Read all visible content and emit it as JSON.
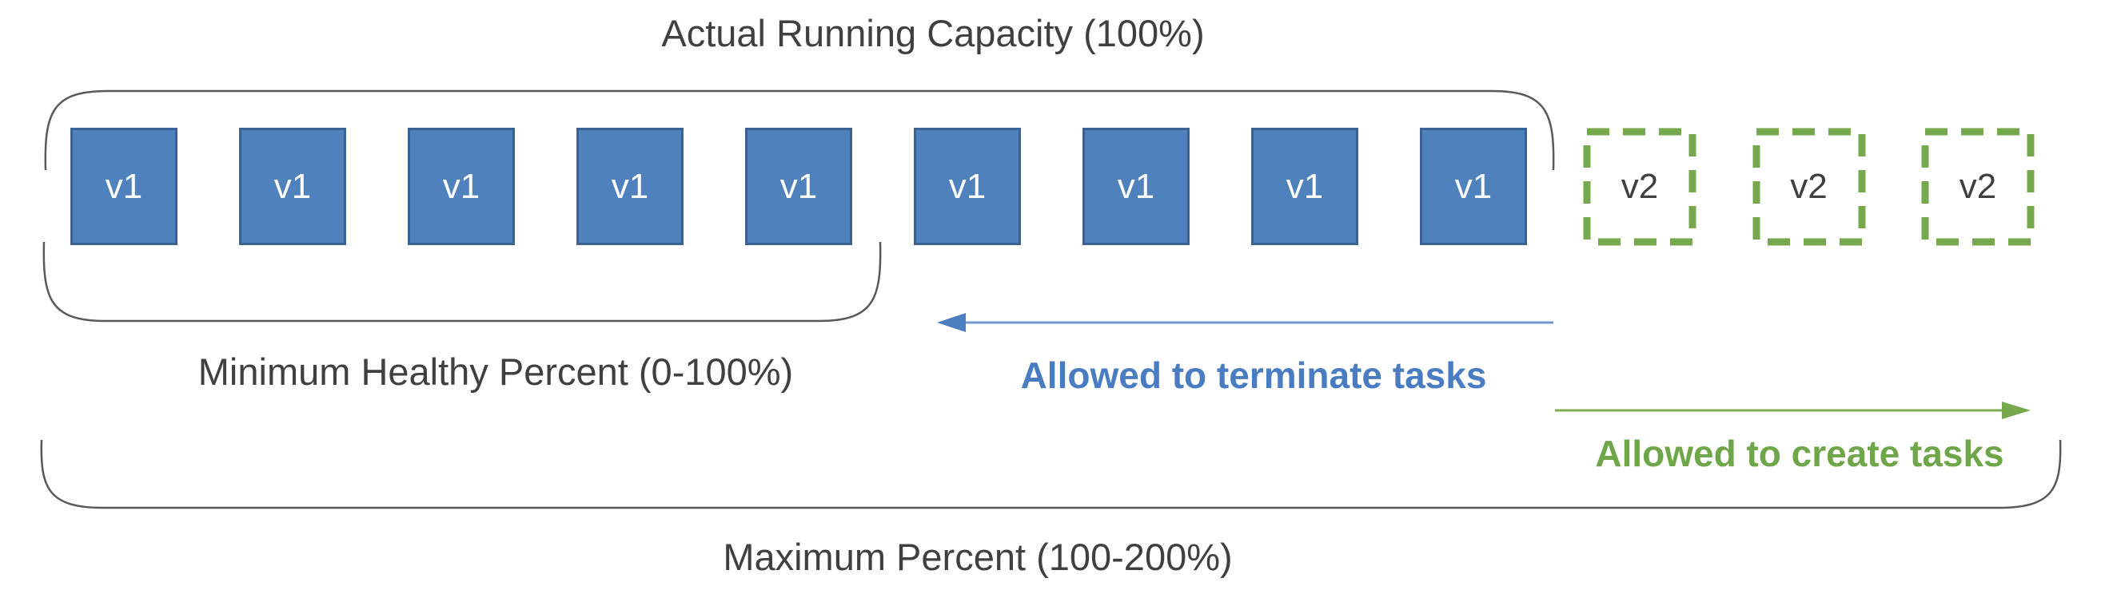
{
  "title": "Actual Running Capacity (100%)",
  "labels": {
    "min_healthy": "Minimum Healthy Percent (0-100%)",
    "max_percent": "Maximum Percent (100-200%)",
    "terminate": "Allowed to terminate tasks",
    "create": "Allowed to create tasks"
  },
  "tasks": {
    "v1": [
      "v1",
      "v1",
      "v1",
      "v1",
      "v1",
      "v1",
      "v1",
      "v1",
      "v1"
    ],
    "v2": [
      "v2",
      "v2",
      "v2"
    ]
  },
  "colors": {
    "v1_fill": "#4f81bd",
    "v1_border": "#3a6293",
    "v1_text": "#ffffff",
    "v2_border": "#76a94d",
    "v2_text": "#404040",
    "bracket": "#595959",
    "heading_text": "#404040",
    "terminate_arrow_line": "#7396c8",
    "terminate_arrow_head": "#4d7ebf",
    "terminate_text": "#4a7cc1",
    "create_arrow_line": "#7fac55",
    "create_arrow_head": "#76a94d",
    "create_text": "#6fa64a"
  }
}
